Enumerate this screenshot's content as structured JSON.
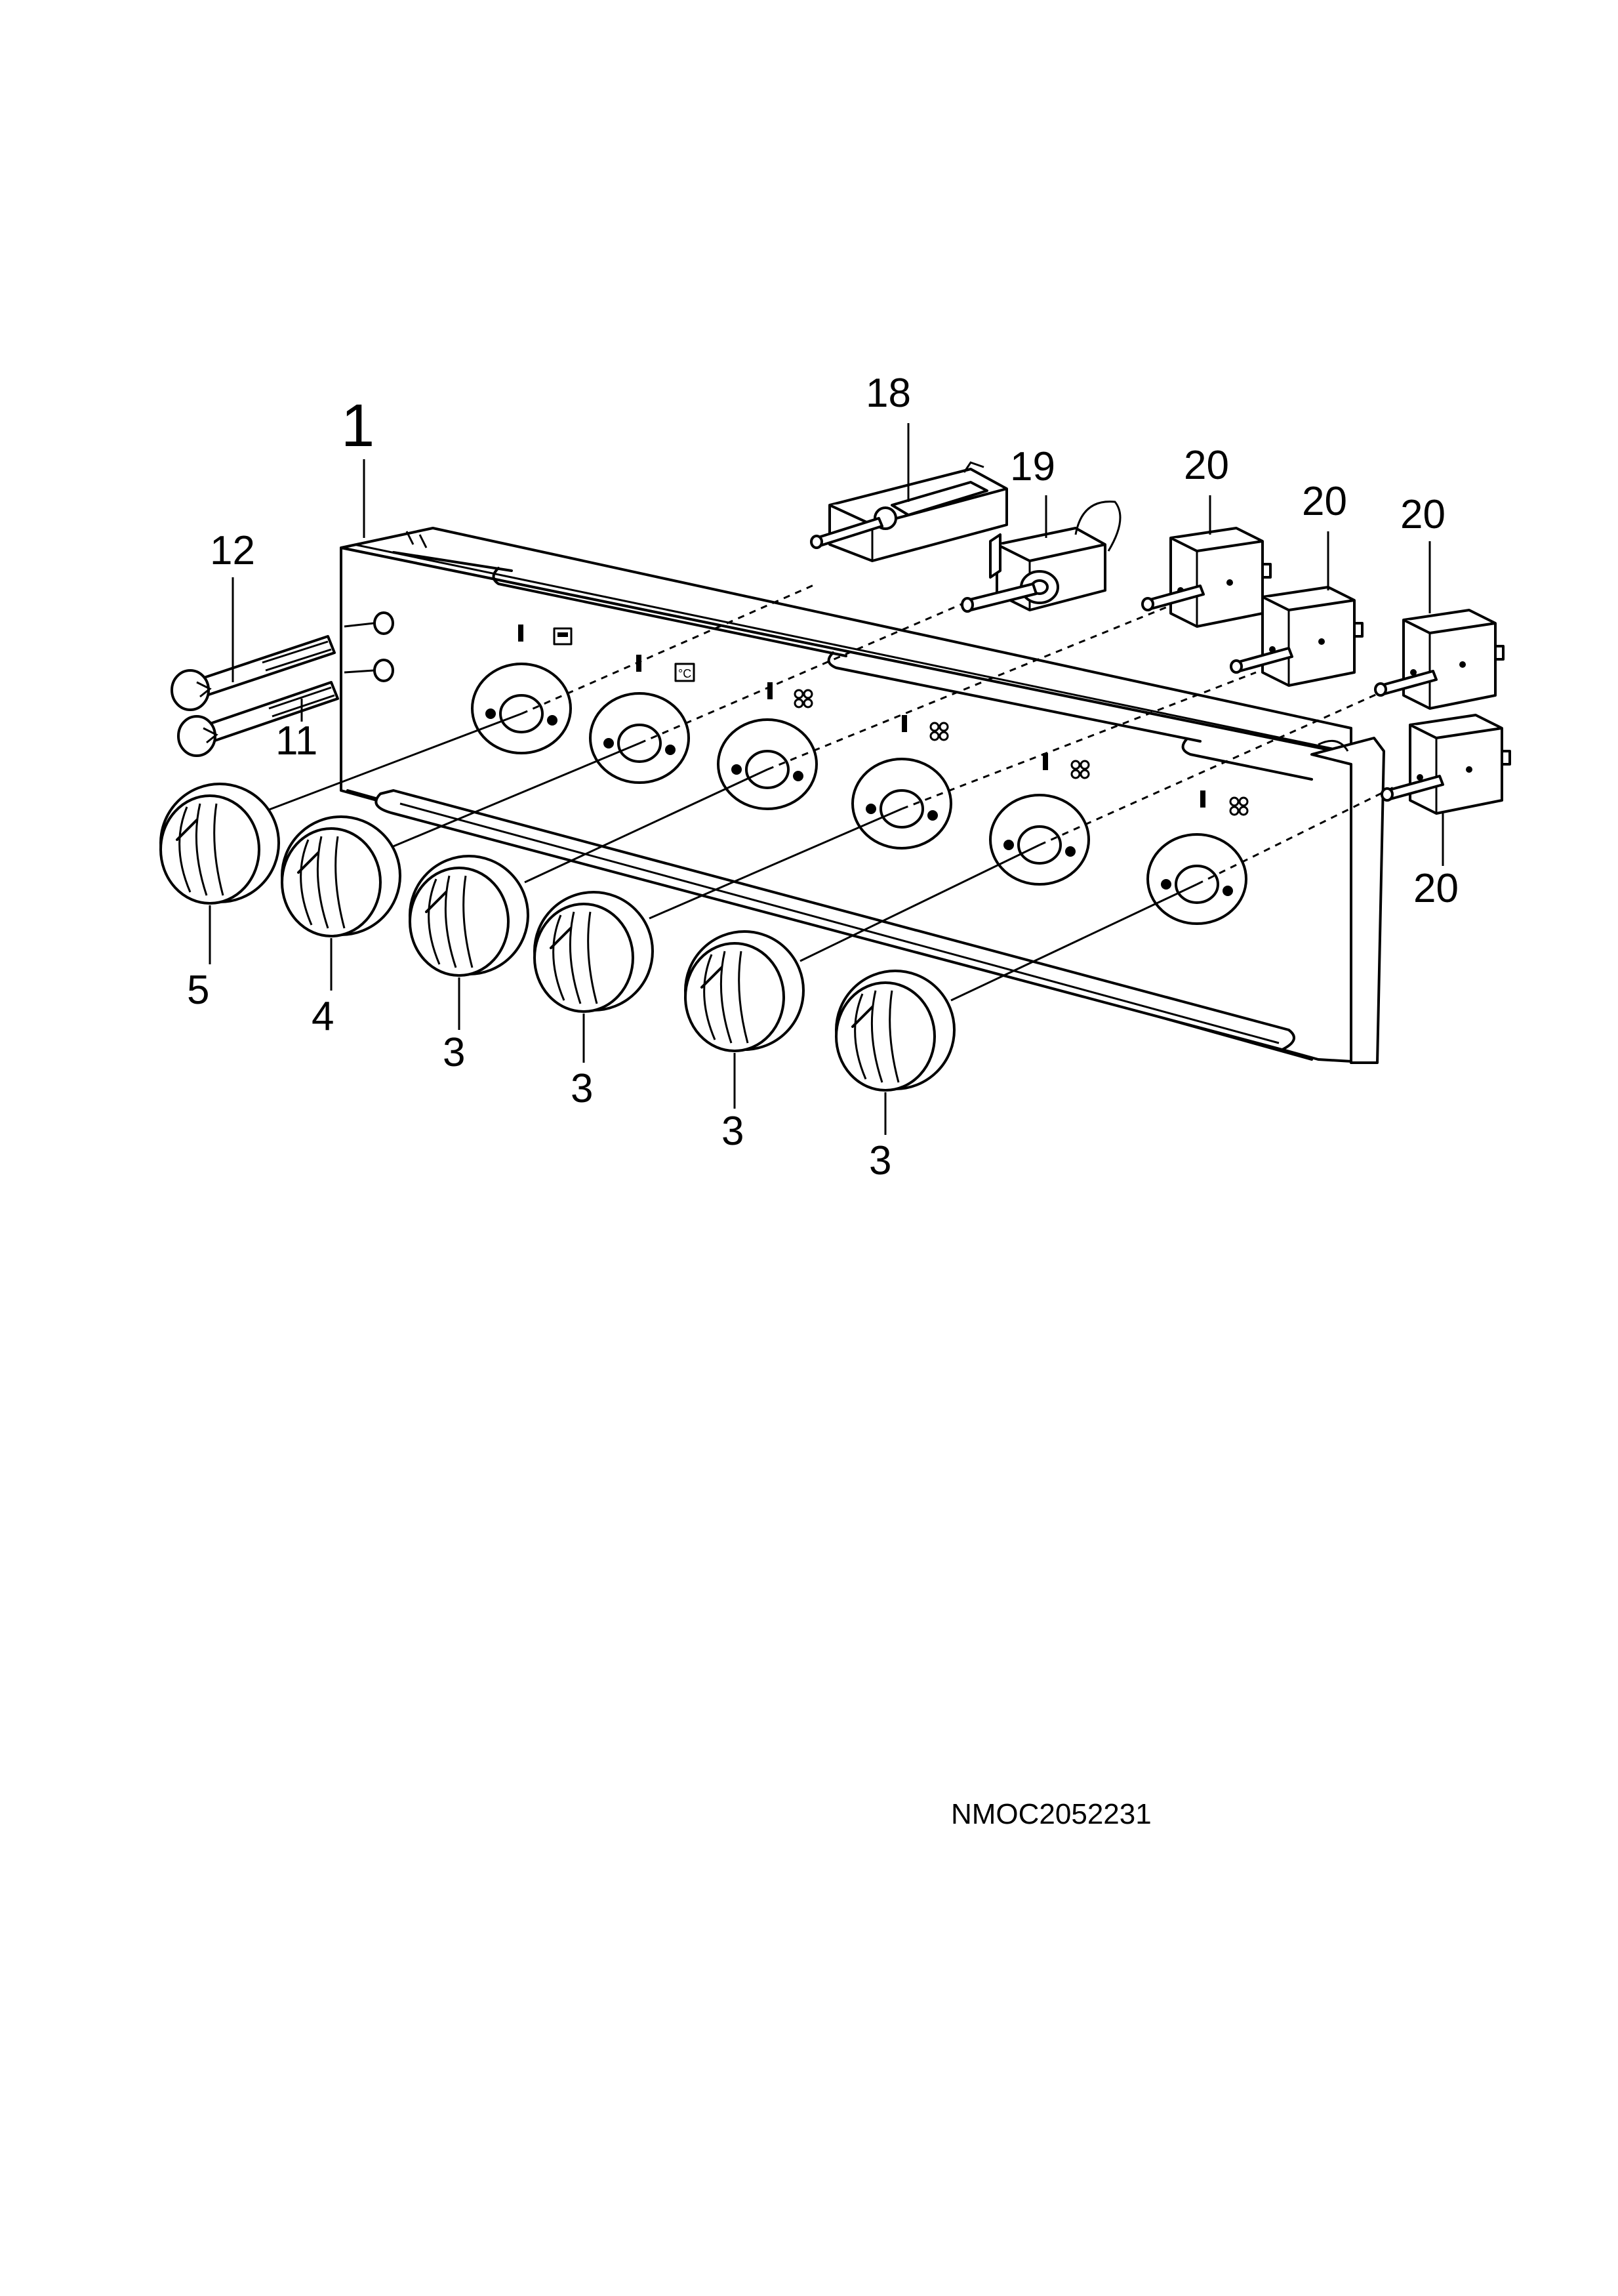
{
  "diagram": {
    "type": "exploded-parts-view",
    "drawing_code": "NMOC2052231",
    "callouts": [
      {
        "id": "panel",
        "number": "1"
      },
      {
        "id": "timer",
        "number": "18"
      },
      {
        "id": "thermostat",
        "number": "19"
      },
      {
        "id": "regulator-1",
        "number": "20"
      },
      {
        "id": "regulator-2",
        "number": "20"
      },
      {
        "id": "regulator-3",
        "number": "20"
      },
      {
        "id": "regulator-4",
        "number": "20"
      },
      {
        "id": "indicator-lamp-12",
        "number": "12"
      },
      {
        "id": "indicator-lamp-11",
        "number": "11"
      },
      {
        "id": "knob-5",
        "number": "5"
      },
      {
        "id": "knob-4",
        "number": "4"
      },
      {
        "id": "knob-3a",
        "number": "3"
      },
      {
        "id": "knob-3b",
        "number": "3"
      },
      {
        "id": "knob-3c",
        "number": "3"
      },
      {
        "id": "knob-3d",
        "number": "3"
      }
    ],
    "icons": [
      "timer-symbol-icon",
      "temperature-celsius-icon",
      "hob-zone-icon"
    ]
  }
}
